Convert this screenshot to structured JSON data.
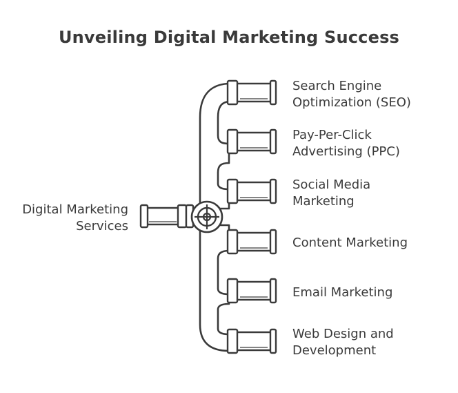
{
  "title": "Unveiling Digital Marketing Success",
  "source": {
    "line1": "Digital Marketing",
    "line2": "Services"
  },
  "branches": [
    {
      "line1": "Search Engine",
      "line2": "Optimization (SEO)"
    },
    {
      "line1": "Pay-Per-Click",
      "line2": "Advertising (PPC)"
    },
    {
      "line1": "Social Media",
      "line2": "Marketing"
    },
    {
      "line1": "Content Marketing",
      "line2": ""
    },
    {
      "line1": "Email Marketing",
      "line2": ""
    },
    {
      "line1": "Web Design and",
      "line2": "Development"
    }
  ],
  "colors": {
    "stroke": "#3a3a3a",
    "background": "#ffffff"
  },
  "icons": {
    "valve": "valve-icon"
  }
}
